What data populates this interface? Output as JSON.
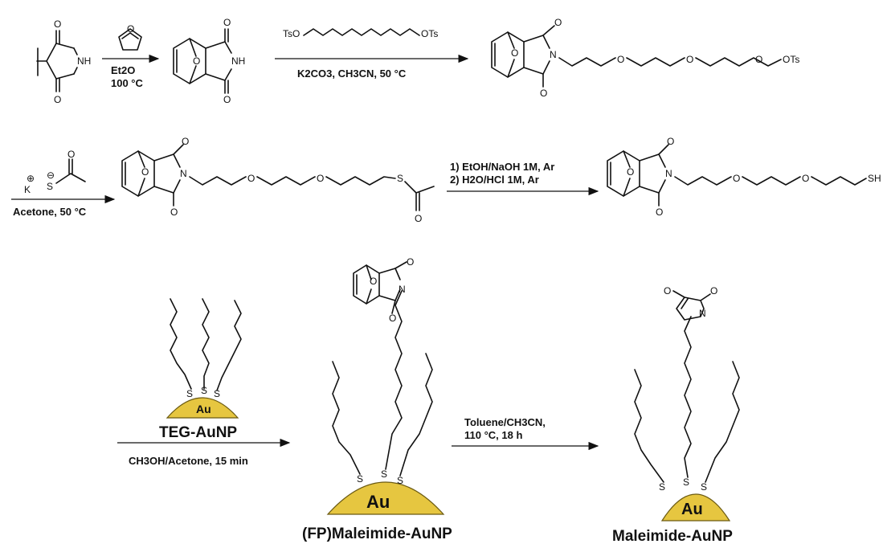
{
  "atoms": {
    "o": "O",
    "nh": "NH",
    "n": "N",
    "s": "S",
    "sh": "SH",
    "ots": "OTs",
    "tso": "TsO"
  },
  "step1": {
    "solvent": "Et2O",
    "temp": "100 °C"
  },
  "step2": {
    "conditions": "K2CO3, CH3CN, 50 °C"
  },
  "step3": {
    "reagent_k": "K",
    "charge": "⊕",
    "charge_neg": "⊖",
    "conditions": "Acetone, 50 °C"
  },
  "step4": {
    "line1": "1) EtOH/NaOH 1M, Ar",
    "line2": "2) H2O/HCl 1M, Ar"
  },
  "step5": {
    "conditions": "CH3OH/Acetone, 15 min"
  },
  "step6": {
    "line1": "Toluene/CH3CN,",
    "line2": "110 °C, 18 h"
  },
  "particles": {
    "teg": "TEG-AuNP",
    "fp": "(FP)Maleimide-AuNP",
    "mal": "Maleimide-AuNP",
    "au": "Au"
  }
}
